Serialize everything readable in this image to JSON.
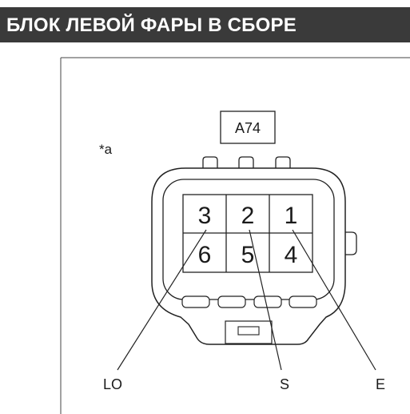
{
  "header": {
    "title": "БЛОК ЛЕВОЙ ФАРЫ В СБОРЕ",
    "background_color": "#3a3a3a",
    "text_color": "#ffffff"
  },
  "diagram": {
    "connector_code": "A74",
    "note_marker": "*a",
    "pins": {
      "top_row": [
        "3",
        "2",
        "1"
      ],
      "bottom_row": [
        "6",
        "5",
        "4"
      ]
    },
    "terminal_labels": {
      "lo": "LO",
      "s": "S",
      "e": "E"
    }
  }
}
